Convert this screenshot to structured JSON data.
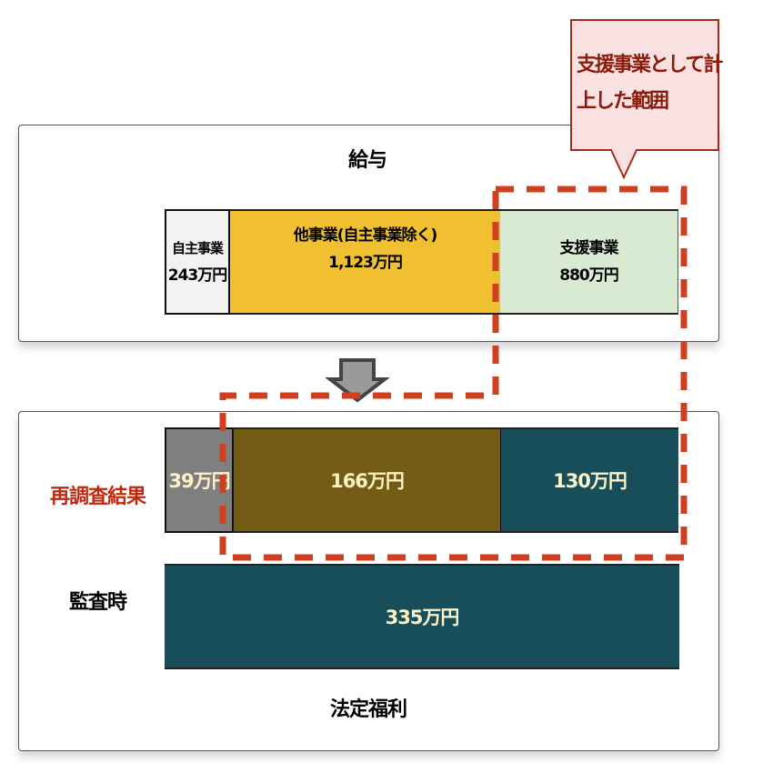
{
  "callout": {
    "line1": "支援事業として計",
    "line2": "上した範囲"
  },
  "salary": {
    "title": "給与",
    "segments": [
      {
        "name": "自主事業",
        "amount": "243万円"
      },
      {
        "name": "他事業(自主事業除く)",
        "amount": "1,123万円"
      },
      {
        "name": "支援事業",
        "amount": "880万円"
      }
    ]
  },
  "welfare": {
    "title": "法定福利",
    "reinvestigation": {
      "label": "再調査結果",
      "values": [
        "39万円",
        "166万円",
        "130万円"
      ]
    },
    "audit": {
      "label": "監査時",
      "value": "335万円"
    }
  },
  "colors": {
    "own": "#f2f2f2",
    "other": "#f0c030",
    "support": "#d9ead3",
    "gray": "#7f7f7f",
    "olive": "#755c14",
    "teal": "#174e5a",
    "dash": "#d04020",
    "callout_text": "#8b1a0a",
    "red_label": "#c0290f"
  }
}
